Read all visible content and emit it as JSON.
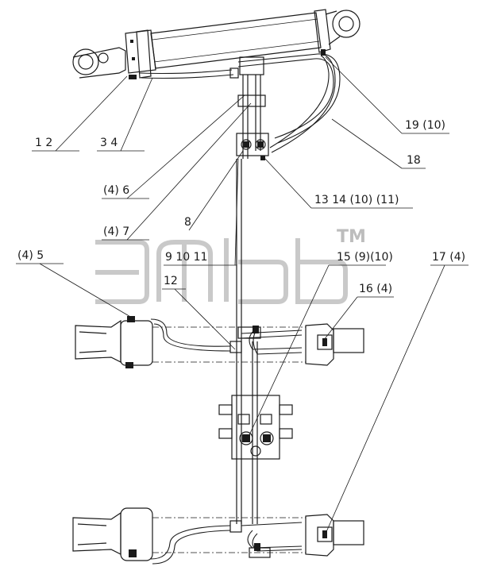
{
  "watermark": {
    "tm": "TM"
  },
  "callouts": [
    {
      "id": "c1",
      "text": "1   2"
    },
    {
      "id": "c2",
      "text": "3   4"
    },
    {
      "id": "c3",
      "text": "19 (10)"
    },
    {
      "id": "c4",
      "text": "18"
    },
    {
      "id": "c5",
      "text": "(4)  6"
    },
    {
      "id": "c6",
      "text": "13  14  (10)  (11)"
    },
    {
      "id": "c7",
      "text": "8"
    },
    {
      "id": "c8",
      "text": "(4)  7"
    },
    {
      "id": "c9",
      "text": "(4)  5"
    },
    {
      "id": "c10",
      "text": "9   10   11"
    },
    {
      "id": "c11",
      "text": "15 (9)(10)"
    },
    {
      "id": "c12",
      "text": "17 (4)"
    },
    {
      "id": "c13",
      "text": "12"
    },
    {
      "id": "c14",
      "text": "16 (4)"
    }
  ]
}
